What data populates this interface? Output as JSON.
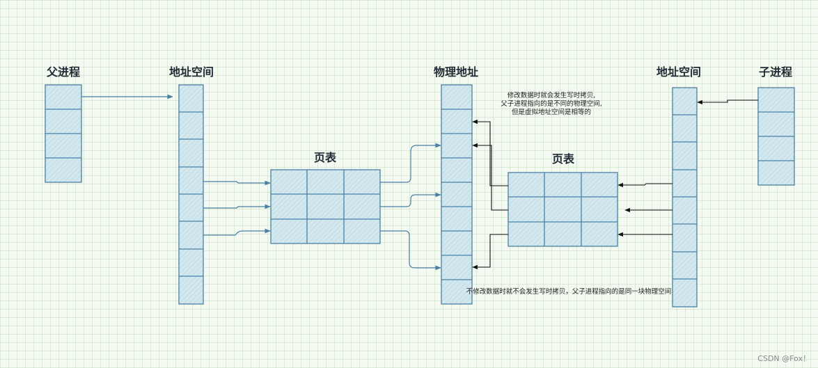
{
  "labels": {
    "parent_process": "父进程",
    "virtual_space_left": "地址空间",
    "page_table_left": "页表",
    "physical_address": "物理地址",
    "page_table_right": "页表",
    "virtual_space_right": "地址空间",
    "child_process": "子进程"
  },
  "notes": {
    "cow_line1": "修改数据时就会发生写时拷贝,",
    "cow_line2": "父子进程指向的是不同的物理空间,",
    "cow_line3": "但是虚拟地址空间是相等的",
    "no_cow": "不修改数据时就不会发生写时拷贝，父子进程指向的是同一块物理空间"
  },
  "watermark": "CSDN @Fox！",
  "colors": {
    "box_fill": "#d3e8ee",
    "box_stroke": "#4a7fa3",
    "arrow_blue": "#4a7fa3",
    "arrow_black": "#111111"
  }
}
